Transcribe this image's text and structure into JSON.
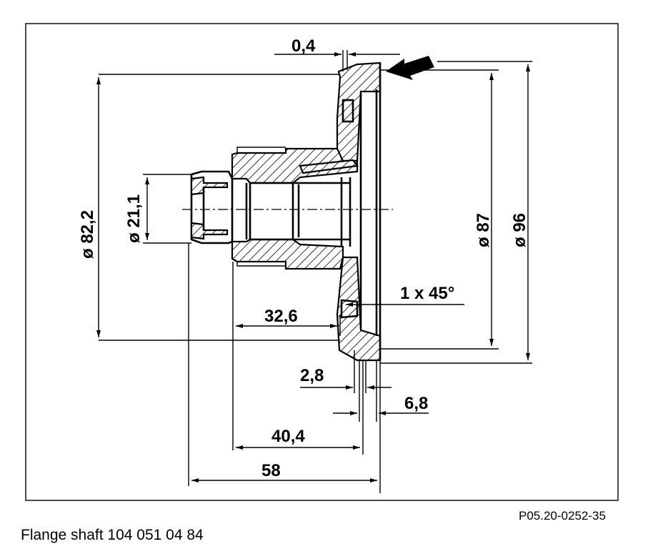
{
  "reference_code": "P05.20-0252-35",
  "caption": "Flange shaft 104 051 04 84",
  "dimensions": {
    "gap_top": "0,4",
    "dia_82_2": "ø 82,2",
    "dia_21_1": "ø 21,1",
    "dia_87": "ø 87",
    "dia_96": "ø 96",
    "chamfer": "1 x 45°",
    "len_32_6": "32,6",
    "len_2_8": "2,8",
    "len_6_8": "6,8",
    "len_40_4": "40,4",
    "len_58": "58"
  },
  "icons": {
    "arrow": "pointer-arrow-icon"
  }
}
